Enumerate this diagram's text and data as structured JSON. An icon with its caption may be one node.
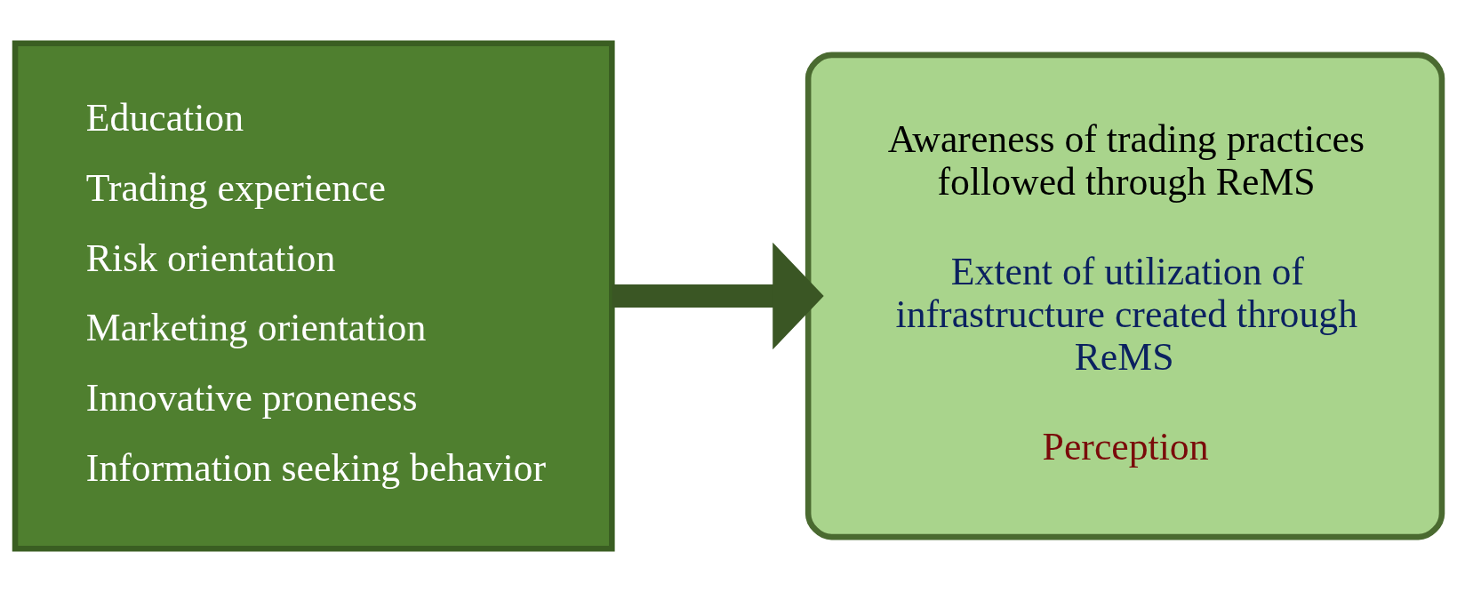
{
  "diagram": {
    "nodes": [
      {
        "text": [
          "Education",
          "Trading experience",
          "Risk orientation",
          "Marketing orientation",
          "Innovative proneness",
          "Information seeking behavior"
        ]
      },
      {
        "text": [
          "Awareness of trading practices followed through ReMS",
          "Extent of utilization of infrastructure created through ReMS",
          "Perception"
        ]
      }
    ],
    "edges": [
      {
        "from": 0,
        "to": 1,
        "arrow": "to"
      }
    ]
  }
}
